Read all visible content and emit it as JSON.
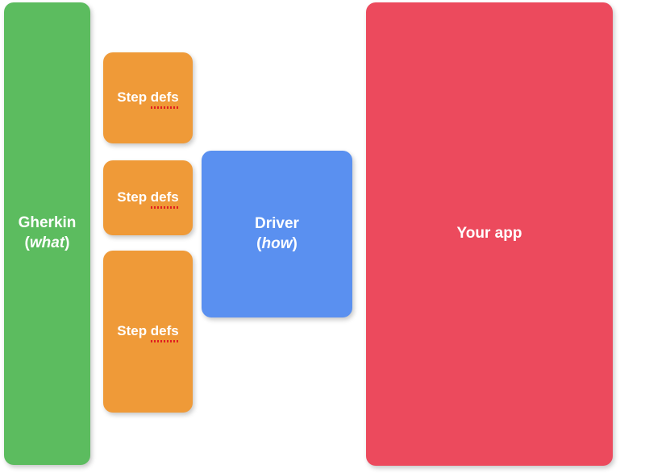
{
  "diagram": {
    "title": "BDD layers: Gherkin, step definitions, driver, application",
    "background_color": "#ffffff",
    "blocks": [
      {
        "id": "gherkin",
        "name": "Gherkin",
        "label_line1": "Gherkin",
        "label_line2_open": "(",
        "label_line2_italic": "what",
        "label_line2_close": ")",
        "color": "#5cbc5f",
        "text_color": "#ffffff"
      },
      {
        "id": "stepdefs-1",
        "name": "Step defs",
        "label_word1": "Step ",
        "label_word2": "defs",
        "misspelled": true,
        "color": "#ef9a38",
        "text_color": "#ffffff"
      },
      {
        "id": "stepdefs-2",
        "name": "Step defs",
        "label_word1": "Step ",
        "label_word2": "defs",
        "misspelled": true,
        "color": "#ef9a38",
        "text_color": "#ffffff"
      },
      {
        "id": "stepdefs-3",
        "name": "Step defs",
        "label_word1": "Step ",
        "label_word2": "defs",
        "misspelled": true,
        "color": "#ef9a38",
        "text_color": "#ffffff"
      },
      {
        "id": "driver",
        "name": "Driver",
        "label_line1": "Driver",
        "label_line2_open": "(",
        "label_line2_italic": "how",
        "label_line2_close": ")",
        "color": "#5a90f0",
        "text_color": "#ffffff"
      },
      {
        "id": "yourapp",
        "name": "Your app",
        "label_line1": "Your app",
        "color": "#ec4a5d",
        "text_color": "#ffffff"
      }
    ]
  }
}
